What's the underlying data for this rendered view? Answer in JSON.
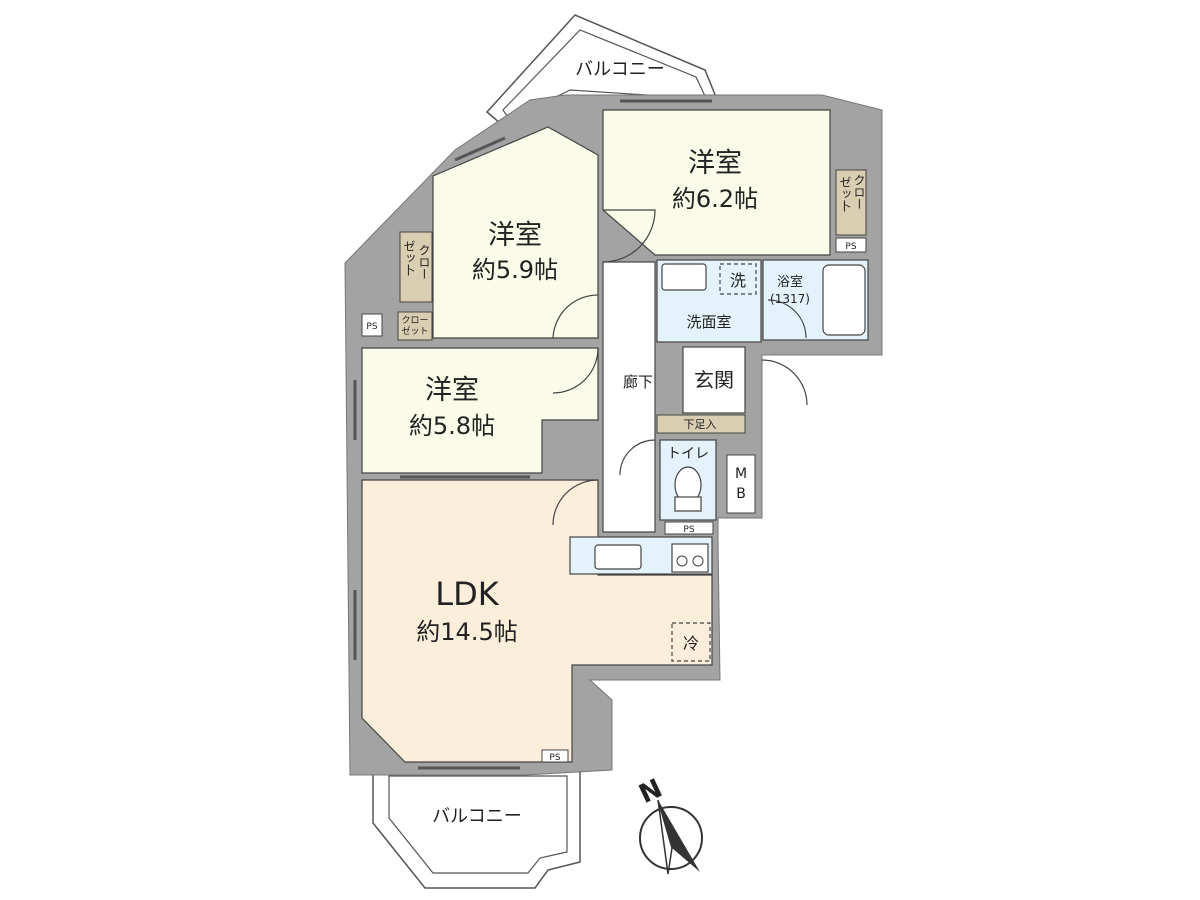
{
  "rooms": {
    "western_top": {
      "name": "洋室",
      "area": "約6.2帖"
    },
    "western_mid": {
      "name": "洋室",
      "area": "約5.9帖"
    },
    "western_low": {
      "name": "洋室",
      "area": "約5.8帖"
    },
    "ldk": {
      "name": "LDK",
      "area": "約14.5帖"
    },
    "bath": {
      "name": "浴室",
      "size": "(1317)"
    },
    "washroom": {
      "name": "洗面室"
    },
    "wash_machine": {
      "name": "洗"
    },
    "entrance": {
      "name": "玄関"
    },
    "corridor": {
      "name": "廊下"
    },
    "shoe_box": {
      "name": "下足入"
    },
    "toilet": {
      "name": "トイレ"
    },
    "fridge": {
      "name": "冷"
    },
    "mb": {
      "line1": "M",
      "line2": "B"
    },
    "balcony_top": {
      "name": "バルコニー"
    },
    "balcony_bottom": {
      "name": "バルコニー"
    },
    "closet_right": {
      "col1": "ゼッ卜",
      "col2": "クロー"
    },
    "closet_left": {
      "col1": "ゼッ卜",
      "col2": "クロー"
    },
    "closet_small": {
      "line1": "クロー",
      "line2": "ゼット"
    },
    "ps": [
      "PS",
      "PS",
      "PS",
      "PS"
    ]
  },
  "compass": {
    "label": "N"
  },
  "colors": {
    "wall": "#a3a3a3",
    "western": "#fbfbe9",
    "ldk": "#fbefdc",
    "wet": "#e4f2fb",
    "closet": "#d9ceb2",
    "outline": "#333333"
  }
}
